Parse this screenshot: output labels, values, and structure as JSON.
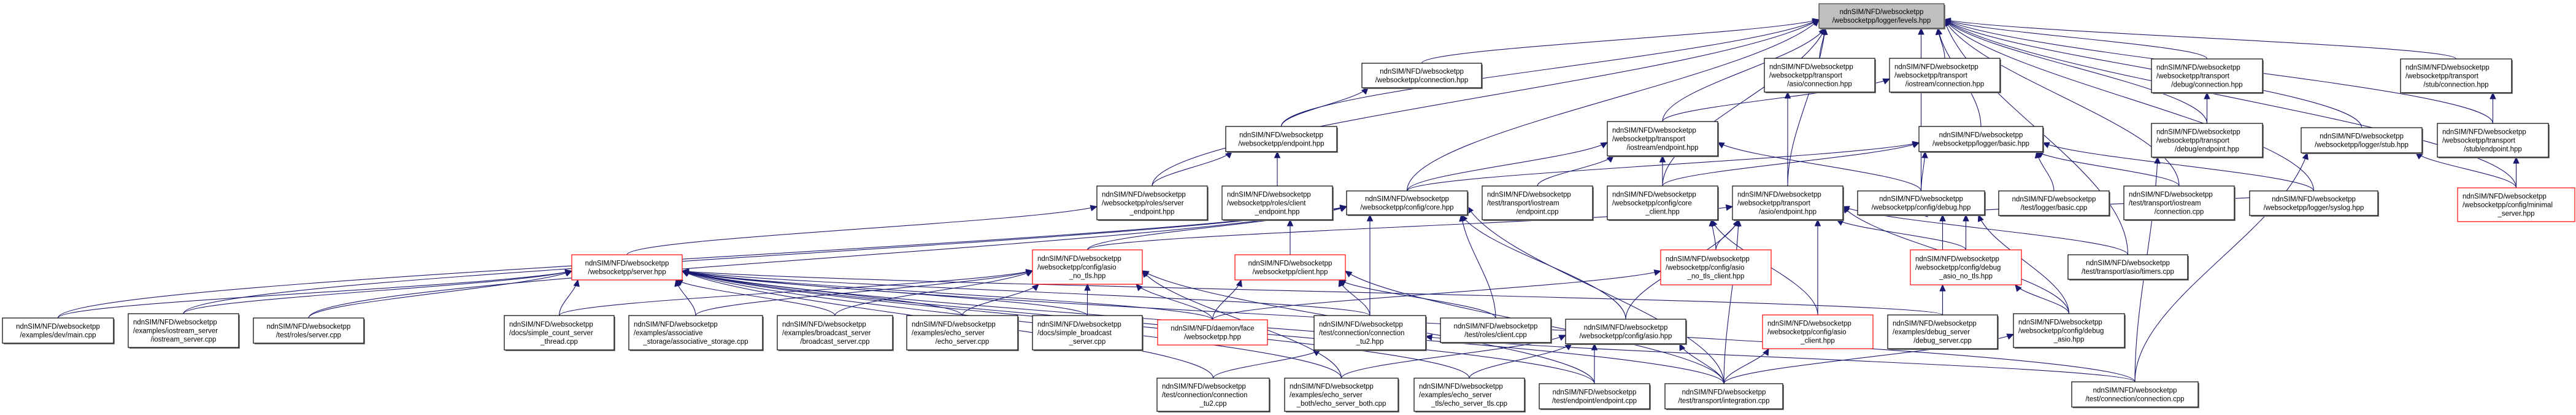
{
  "title": "Include dependency graph: ndnSIM/NFD/websocketpp/websocketpp/logger/levels.hpp",
  "colors": {
    "edge": "#191970",
    "root_fill": "#bfbfbf",
    "truncated_border": "#ff0000",
    "node_border": "#000000"
  },
  "nodes": [
    {
      "id": "levels",
      "style": "root",
      "lines": [
        "ndnSIM/NFD/websocketpp",
        "/websocketpp/logger/levels.hpp"
      ]
    },
    {
      "id": "connection_hpp",
      "style": "normal",
      "lines": [
        "ndnSIM/NFD/websocketpp",
        "/websocketpp/connection.hpp"
      ]
    },
    {
      "id": "asio_connection",
      "style": "normal",
      "lines": [
        "ndnSIM/NFD/websocketpp",
        "/websocketpp/transport",
        "/asio/connection.hpp"
      ]
    },
    {
      "id": "iostream_connection",
      "style": "normal",
      "lines": [
        "ndnSIM/NFD/websocketpp",
        "/websocketpp/transport",
        "/iostream/connection.hpp"
      ]
    },
    {
      "id": "debug_connection",
      "style": "normal",
      "lines": [
        "ndnSIM/NFD/websocketpp",
        "/websocketpp/transport",
        "/debug/connection.hpp"
      ]
    },
    {
      "id": "stub_connection",
      "style": "normal",
      "lines": [
        "ndnSIM/NFD/websocketpp",
        "/websocketpp/transport",
        "/stub/connection.hpp"
      ]
    },
    {
      "id": "endpoint_hpp",
      "style": "normal",
      "lines": [
        "ndnSIM/NFD/websocketpp",
        "/websocketpp/endpoint.hpp"
      ]
    },
    {
      "id": "iostream_endpoint",
      "style": "normal",
      "lines": [
        "ndnSIM/NFD/websocketpp",
        "/websocketpp/transport",
        "/iostream/endpoint.hpp"
      ]
    },
    {
      "id": "logger_basic",
      "style": "normal",
      "lines": [
        "ndnSIM/NFD/websocketpp",
        "/websocketpp/logger/basic.hpp"
      ]
    },
    {
      "id": "debug_endpoint",
      "style": "normal",
      "lines": [
        "ndnSIM/NFD/websocketpp",
        "/websocketpp/transport",
        "/debug/endpoint.hpp"
      ]
    },
    {
      "id": "logger_stub",
      "style": "normal",
      "lines": [
        "ndnSIM/NFD/websocketpp",
        "/websocketpp/logger/stub.hpp"
      ]
    },
    {
      "id": "stub_endpoint",
      "style": "normal",
      "lines": [
        "ndnSIM/NFD/websocketpp",
        "/websocketpp/transport",
        "/stub/endpoint.hpp"
      ]
    },
    {
      "id": "roles_server_endpoint",
      "style": "normal",
      "lines": [
        "ndnSIM/NFD/websocketpp",
        "/websocketpp/roles/server",
        "_endpoint.hpp"
      ]
    },
    {
      "id": "roles_client_endpoint",
      "style": "normal",
      "lines": [
        "ndnSIM/NFD/websocketpp",
        "/websocketpp/roles/client",
        "_endpoint.hpp"
      ]
    },
    {
      "id": "config_core",
      "style": "normal",
      "lines": [
        "ndnSIM/NFD/websocketpp",
        "/websocketpp/config/core.hpp"
      ]
    },
    {
      "id": "test_iostream_endpoint_cpp",
      "style": "normal",
      "lines": [
        "ndnSIM/NFD/websocketpp",
        "/test/transport/iostream",
        "/endpoint.cpp"
      ]
    },
    {
      "id": "config_core_client",
      "style": "normal",
      "lines": [
        "ndnSIM/NFD/websocketpp",
        "/websocketpp/config/core",
        "_client.hpp"
      ]
    },
    {
      "id": "asio_endpoint",
      "style": "normal",
      "lines": [
        "ndnSIM/NFD/websocketpp",
        "/websocketpp/transport",
        "/asio/endpoint.hpp"
      ]
    },
    {
      "id": "config_debug",
      "style": "normal",
      "lines": [
        "ndnSIM/NFD/websocketpp",
        "/websocketpp/config/debug.hpp"
      ]
    },
    {
      "id": "test_logger_basic_cpp",
      "style": "normal",
      "lines": [
        "ndnSIM/NFD/websocketpp",
        "/test/logger/basic.cpp"
      ]
    },
    {
      "id": "test_iostream_connection_cpp",
      "style": "normal",
      "lines": [
        "ndnSIM/NFD/websocketpp",
        "/test/transport/iostream",
        "/connection.cpp"
      ]
    },
    {
      "id": "logger_syslog",
      "style": "normal",
      "lines": [
        "ndnSIM/NFD/websocketpp",
        "/websocketpp/logger/syslog.hpp"
      ]
    },
    {
      "id": "config_minimal_server",
      "style": "truncated",
      "lines": [
        "ndnSIM/NFD/websocketpp",
        "/websocketpp/config/minimal",
        "_server.hpp"
      ]
    },
    {
      "id": "server_hpp",
      "style": "truncated",
      "lines": [
        "ndnSIM/NFD/websocketpp",
        "/websocketpp/server.hpp"
      ]
    },
    {
      "id": "config_asio_no_tls",
      "style": "truncated",
      "lines": [
        "ndnSIM/NFD/websocketpp",
        "/websocketpp/config/asio",
        "_no_tls.hpp"
      ]
    },
    {
      "id": "client_hpp",
      "style": "truncated",
      "lines": [
        "ndnSIM/NFD/websocketpp",
        "/websocketpp/client.hpp"
      ]
    },
    {
      "id": "config_asio_no_tls_client",
      "style": "truncated",
      "lines": [
        "ndnSIM/NFD/websocketpp",
        "/websocketpp/config/asio",
        "_no_tls_client.hpp"
      ]
    },
    {
      "id": "config_debug_asio_no_tls",
      "style": "truncated",
      "lines": [
        "ndnSIM/NFD/websocketpp",
        "/websocketpp/config/debug",
        "_asio_no_tls.hpp"
      ]
    },
    {
      "id": "timers_cpp",
      "style": "normal",
      "lines": [
        "ndnSIM/NFD/websocketpp",
        "/test/transport/asio/timers.cpp"
      ]
    },
    {
      "id": "dev_main",
      "style": "normal",
      "lines": [
        "ndnSIM/NFD/websocketpp",
        "/examples/dev/main.cpp"
      ]
    },
    {
      "id": "iostream_server",
      "style": "normal",
      "lines": [
        "ndnSIM/NFD/websocketpp",
        "/examples/iostream_server",
        "/iostream_server.cpp"
      ]
    },
    {
      "id": "roles_server_cpp",
      "style": "normal",
      "lines": [
        "ndnSIM/NFD/websocketpp",
        "/test/roles/server.cpp"
      ]
    },
    {
      "id": "simple_count_server_thread",
      "style": "normal",
      "lines": [
        "ndnSIM/NFD/websocketpp",
        "/docs/simple_count_server",
        "_thread.cpp"
      ]
    },
    {
      "id": "associative_storage",
      "style": "normal",
      "lines": [
        "ndnSIM/NFD/websocketpp",
        "/examples/associative",
        "_storage/associative_storage.cpp"
      ]
    },
    {
      "id": "broadcast_server",
      "style": "normal",
      "lines": [
        "ndnSIM/NFD/websocketpp",
        "/examples/broadcast_server",
        "/broadcast_server.cpp"
      ]
    },
    {
      "id": "echo_server",
      "style": "normal",
      "lines": [
        "ndnSIM/NFD/websocketpp",
        "/examples/echo_server",
        "/echo_server.cpp"
      ]
    },
    {
      "id": "simple_broadcast_server",
      "style": "normal",
      "lines": [
        "ndnSIM/NFD/websocketpp",
        "/docs/simple_broadcast",
        "_server.cpp"
      ]
    },
    {
      "id": "daemon_face_websocketpp",
      "style": "truncated",
      "lines": [
        "ndnSIM/NFD/daemon/face",
        "/websocketpp.hpp"
      ]
    },
    {
      "id": "connection_tu2_hpp",
      "style": "normal",
      "lines": [
        "ndnSIM/NFD/websocketpp",
        "/test/connection/connection",
        "_tu2.hpp"
      ]
    },
    {
      "id": "roles_client_cpp",
      "style": "normal",
      "lines": [
        "ndnSIM/NFD/websocketpp",
        "/test/roles/client.cpp"
      ]
    },
    {
      "id": "config_asio",
      "style": "normal",
      "lines": [
        "ndnSIM/NFD/websocketpp",
        "/websocketpp/config/asio.hpp"
      ]
    },
    {
      "id": "config_asio_client",
      "style": "truncated",
      "lines": [
        "ndnSIM/NFD/websocketpp",
        "/websocketpp/config/asio",
        "_client.hpp"
      ]
    },
    {
      "id": "debug_server",
      "style": "normal",
      "lines": [
        "ndnSIM/NFD/websocketpp",
        "/examples/debug_server",
        "/debug_server.cpp"
      ]
    },
    {
      "id": "config_debug_asio",
      "style": "normal",
      "lines": [
        "ndnSIM/NFD/websocketpp",
        "/websocketpp/config/debug",
        "_asio.hpp"
      ]
    },
    {
      "id": "connection_tu2_cpp",
      "style": "normal",
      "lines": [
        "ndnSIM/NFD/websocketpp",
        "/test/connection/connection",
        "_tu2.cpp"
      ]
    },
    {
      "id": "echo_server_both",
      "style": "normal",
      "lines": [
        "ndnSIM/NFD/websocketpp",
        "/examples/echo_server",
        "_both/echo_server_both.cpp"
      ]
    },
    {
      "id": "echo_server_tls",
      "style": "normal",
      "lines": [
        "ndnSIM/NFD/websocketpp",
        "/examples/echo_server",
        "_tls/echo_server_tls.cpp"
      ]
    },
    {
      "id": "test_endpoint_cpp",
      "style": "normal",
      "lines": [
        "ndnSIM/NFD/websocketpp",
        "/test/endpoint/endpoint.cpp"
      ]
    },
    {
      "id": "test_integration_cpp",
      "style": "normal",
      "lines": [
        "ndnSIM/NFD/websocketpp",
        "/test/transport/integration.cpp"
      ]
    },
    {
      "id": "test_connection_cpp",
      "style": "normal",
      "lines": [
        "ndnSIM/NFD/websocketpp",
        "/test/connection/connection.cpp"
      ]
    }
  ],
  "edges": [
    [
      "connection_hpp",
      "levels"
    ],
    [
      "asio_connection",
      "levels"
    ],
    [
      "iostream_connection",
      "levels"
    ],
    [
      "debug_connection",
      "levels"
    ],
    [
      "stub_connection",
      "levels"
    ],
    [
      "endpoint_hpp",
      "levels"
    ],
    [
      "iostream_endpoint",
      "levels"
    ],
    [
      "logger_basic",
      "levels"
    ],
    [
      "debug_endpoint",
      "levels"
    ],
    [
      "logger_stub",
      "levels"
    ],
    [
      "stub_endpoint",
      "levels"
    ],
    [
      "roles_server_endpoint",
      "levels"
    ],
    [
      "config_core",
      "levels"
    ],
    [
      "asio_endpoint",
      "levels"
    ],
    [
      "config_core_client",
      "levels"
    ],
    [
      "config_debug",
      "levels"
    ],
    [
      "test_iostream_connection_cpp",
      "levels"
    ],
    [
      "logger_syslog",
      "levels"
    ],
    [
      "timers_cpp",
      "levels"
    ],
    [
      "config_minimal_server",
      "levels"
    ],
    [
      "endpoint_hpp",
      "connection_hpp"
    ],
    [
      "roles_server_endpoint",
      "endpoint_hpp"
    ],
    [
      "roles_client_endpoint",
      "endpoint_hpp"
    ],
    [
      "iostream_endpoint",
      "iostream_connection"
    ],
    [
      "asio_endpoint",
      "asio_connection"
    ],
    [
      "debug_endpoint",
      "debug_connection"
    ],
    [
      "stub_endpoint",
      "stub_connection"
    ],
    [
      "config_core",
      "iostream_endpoint"
    ],
    [
      "test_iostream_endpoint_cpp",
      "iostream_endpoint"
    ],
    [
      "config_core_client",
      "iostream_endpoint"
    ],
    [
      "config_debug",
      "iostream_endpoint"
    ],
    [
      "config_core",
      "logger_basic"
    ],
    [
      "config_core_client",
      "logger_basic"
    ],
    [
      "config_debug",
      "logger_basic"
    ],
    [
      "test_logger_basic_cpp",
      "logger_basic"
    ],
    [
      "test_iostream_connection_cpp",
      "logger_basic"
    ],
    [
      "logger_syslog",
      "logger_basic"
    ],
    [
      "config_minimal_server",
      "logger_stub"
    ],
    [
      "config_minimal_server",
      "stub_endpoint"
    ],
    [
      "server_hpp",
      "roles_server_endpoint"
    ],
    [
      "client_hpp",
      "roles_client_endpoint"
    ],
    [
      "dev_main",
      "config_core"
    ],
    [
      "iostream_server",
      "config_core"
    ],
    [
      "roles_server_cpp",
      "config_core"
    ],
    [
      "config_asio_no_tls",
      "config_core"
    ],
    [
      "connection_tu2_hpp",
      "config_core"
    ],
    [
      "roles_client_cpp",
      "config_core"
    ],
    [
      "config_asio",
      "config_core"
    ],
    [
      "test_integration_cpp",
      "config_core"
    ],
    [
      "config_asio_no_tls",
      "asio_endpoint"
    ],
    [
      "config_asio_no_tls_client",
      "asio_endpoint"
    ],
    [
      "config_debug_asio_no_tls",
      "asio_endpoint"
    ],
    [
      "config_asio",
      "asio_endpoint"
    ],
    [
      "config_asio_client",
      "asio_endpoint"
    ],
    [
      "config_debug_asio",
      "asio_endpoint"
    ],
    [
      "test_integration_cpp",
      "asio_endpoint"
    ],
    [
      "timers_cpp",
      "asio_endpoint"
    ],
    [
      "config_asio_no_tls_client",
      "config_core_client"
    ],
    [
      "config_asio_client",
      "config_core_client"
    ],
    [
      "config_debug_asio_no_tls",
      "config_debug"
    ],
    [
      "config_debug_asio",
      "config_debug"
    ],
    [
      "debug_server",
      "config_debug"
    ],
    [
      "logger_syslog",
      "config_debug"
    ],
    [
      "dev_main",
      "server_hpp"
    ],
    [
      "iostream_server",
      "server_hpp"
    ],
    [
      "roles_server_cpp",
      "server_hpp"
    ],
    [
      "simple_count_server_thread",
      "server_hpp"
    ],
    [
      "associative_storage",
      "server_hpp"
    ],
    [
      "broadcast_server",
      "server_hpp"
    ],
    [
      "echo_server",
      "server_hpp"
    ],
    [
      "simple_broadcast_server",
      "server_hpp"
    ],
    [
      "daemon_face_websocketpp",
      "server_hpp"
    ],
    [
      "connection_tu2_hpp",
      "server_hpp"
    ],
    [
      "connection_tu2_cpp",
      "server_hpp"
    ],
    [
      "echo_server_both",
      "server_hpp"
    ],
    [
      "echo_server_tls",
      "server_hpp"
    ],
    [
      "test_endpoint_cpp",
      "server_hpp"
    ],
    [
      "test_integration_cpp",
      "server_hpp"
    ],
    [
      "debug_server",
      "server_hpp"
    ],
    [
      "test_connection_cpp",
      "server_hpp"
    ],
    [
      "simple_count_server_thread",
      "config_asio_no_tls"
    ],
    [
      "associative_storage",
      "config_asio_no_tls"
    ],
    [
      "broadcast_server",
      "config_asio_no_tls"
    ],
    [
      "echo_server",
      "config_asio_no_tls"
    ],
    [
      "simple_broadcast_server",
      "config_asio_no_tls"
    ],
    [
      "daemon_face_websocketpp",
      "config_asio_no_tls"
    ],
    [
      "echo_server_both",
      "config_asio_no_tls"
    ],
    [
      "test_endpoint_cpp",
      "config_asio_no_tls"
    ],
    [
      "daemon_face_websocketpp",
      "client_hpp"
    ],
    [
      "connection_tu2_hpp",
      "client_hpp"
    ],
    [
      "roles_client_cpp",
      "client_hpp"
    ],
    [
      "test_integration_cpp",
      "client_hpp"
    ],
    [
      "daemon_face_websocketpp",
      "config_asio_no_tls_client"
    ],
    [
      "test_integration_cpp",
      "config_asio_client"
    ],
    [
      "debug_server",
      "config_debug_asio_no_tls"
    ],
    [
      "config_debug_asio",
      "config_debug_asio_no_tls"
    ],
    [
      "echo_server_both",
      "config_asio"
    ],
    [
      "echo_server_tls",
      "config_asio"
    ],
    [
      "test_endpoint_cpp",
      "config_asio"
    ],
    [
      "test_integration_cpp",
      "config_asio"
    ],
    [
      "test_integration_cpp",
      "config_debug_asio"
    ],
    [
      "connection_tu2_cpp",
      "connection_tu2_hpp"
    ],
    [
      "test_connection_cpp",
      "connection_tu2_hpp"
    ],
    [
      "test_connection_cpp",
      "debug_endpoint"
    ],
    [
      "test_connection_cpp",
      "logger_stub"
    ]
  ]
}
